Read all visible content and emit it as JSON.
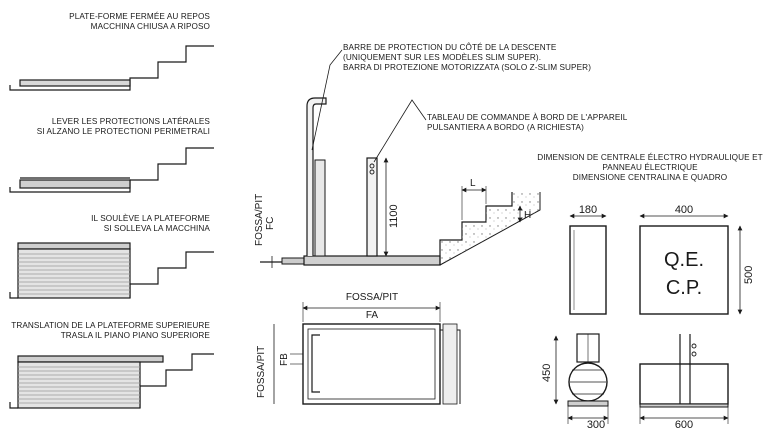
{
  "steps": [
    {
      "line1": "PLATE-FORME FERMÉE AU REPOS",
      "line2": "MACCHINA CHIUSA A RIPOSO"
    },
    {
      "line1": "LEVER LES PROTECTIONS LATÉRALES",
      "line2": "SI ALZANO LE PROTECTIONI PERIMETRALI"
    },
    {
      "line1": "IL SOULÈVE LA PLATEFORME",
      "line2": "SI SOLLEVA LA MACCHINA"
    },
    {
      "line1": "TRANSLATION DE LA PLATEFORME SUPERIEURE",
      "line2": "TRASLA IL PIANO PIANO SUPERIORE"
    }
  ],
  "callouts": {
    "barrier": {
      "line1": "BARRE DE PROTECTION DU CÔTÉ DE LA DESCENTE",
      "line2": "(UNIQUEMENT SUR LES MODÈLES SLIM SUPER).",
      "line3": "BARRA DI PROTEZIONE MOTORIZZATA (SOLO Z-SLIM SUPER)"
    },
    "control": {
      "line1": "TABLEAU DE COMMANDE À BORD DE L'APPAREIL",
      "line2": "PULSANTIERA A BORDO (A RICHIESTA)"
    }
  },
  "central": {
    "line1": "DIMENSION DE CENTRALE ÉLECTRO HYDRAULIQUE ET",
    "line2": "PANNEAU ÉLECTRIQUE",
    "line3": "DIMENSIONE CENTRALINA E QUADRO"
  },
  "dims": {
    "fc": "FOSSA/PIT FC",
    "fc_a": "FOSSA/PIT",
    "fc_b": "FC",
    "height_1100": "1100",
    "l": "L",
    "h": "H",
    "fa_a": "FOSSA/PIT",
    "fa_b": "FA",
    "fb_a": "FOSSA/PIT",
    "fb_b": "FB",
    "d180": "180",
    "d400": "400",
    "d500": "500",
    "d450": "450",
    "d300": "300",
    "d600": "600",
    "panel_line1": "Q.E.",
    "panel_line2": "C.P."
  }
}
